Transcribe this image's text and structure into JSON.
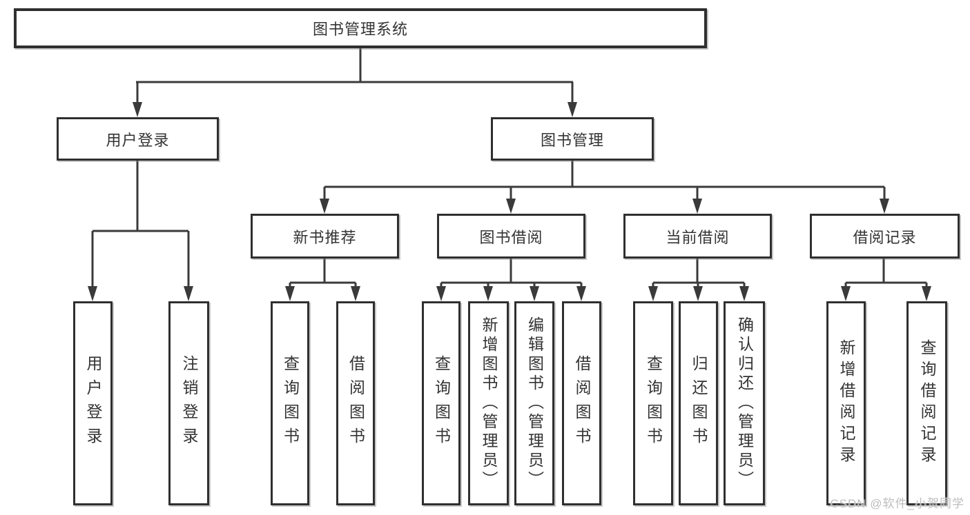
{
  "root": {
    "label": "图书管理系统"
  },
  "level2": {
    "user_login": {
      "label": "用户登录"
    },
    "book_management": {
      "label": "图书管理"
    }
  },
  "level3": {
    "new_book_recommend": {
      "label": "新书推荐"
    },
    "book_borrow": {
      "label": "图书借阅"
    },
    "current_borrow": {
      "label": "当前借阅"
    },
    "borrow_record": {
      "label": "借阅记录"
    }
  },
  "leaves": {
    "user_login": {
      "label": "用户登录"
    },
    "logout_login": {
      "label": "注销登录"
    },
    "nb_query_book": {
      "label": "查询图书"
    },
    "nb_borrow_book": {
      "label": "借阅图书"
    },
    "bb_query_book": {
      "label": "查询图书"
    },
    "bb_add_book_admin": {
      "label": "新增图书（管理员）"
    },
    "bb_edit_book_admin": {
      "label": "编辑图书（管理员）"
    },
    "bb_borrow_book": {
      "label": "借阅图书"
    },
    "cb_query_book": {
      "label": "查询图书"
    },
    "cb_return_book": {
      "label": "归还图书"
    },
    "cb_confirm_return_admin": {
      "label": "确认归还（管理员）"
    },
    "br_add_record": {
      "label": "新增借阅记录"
    },
    "br_query_record": {
      "label": "查询借阅记录"
    }
  },
  "watermark": {
    "text": "CSDN @软件_小贺同学"
  },
  "colors": {
    "line": "#3a3a3a",
    "border": "#2f2f2f",
    "text": "#333333",
    "watermark": "#bdbdbd",
    "background": "#ffffff"
  }
}
